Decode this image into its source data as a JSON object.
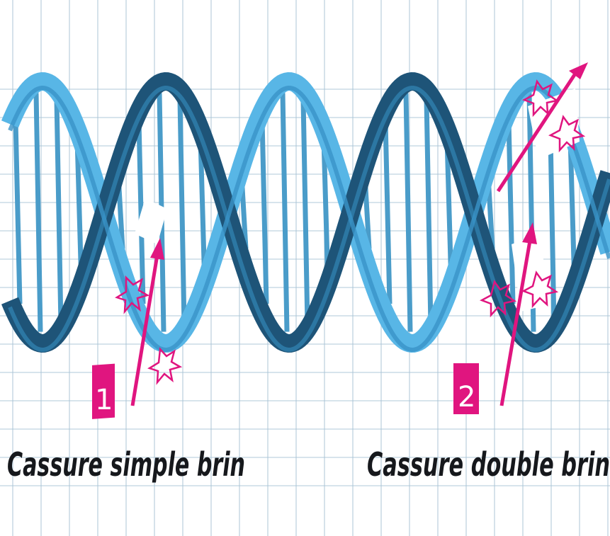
{
  "colors": {
    "background": "#ffffff",
    "grid_line": "#a9c4d6",
    "strand_dark": "#1e5478",
    "strand_light": "#58b6e6",
    "rung": "#4a9cc9",
    "accent": "#e0157f",
    "caption_text": "#16181c"
  },
  "markers": [
    {
      "number": "1",
      "label": "Cassure simple brin"
    },
    {
      "number": "2",
      "label": "Cassure double brin"
    }
  ]
}
